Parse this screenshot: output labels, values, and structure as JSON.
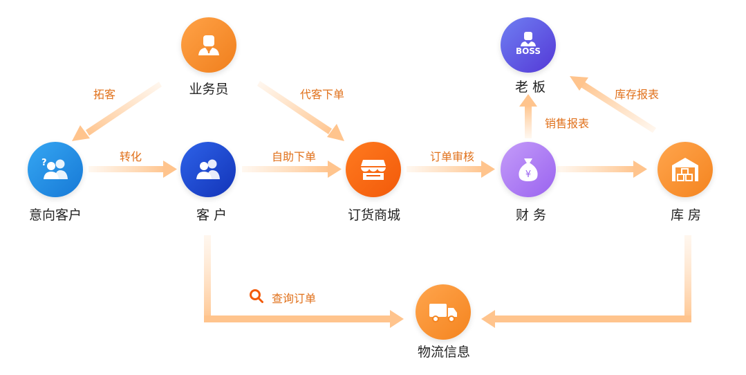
{
  "nodes": {
    "salesperson": "业务员",
    "prospect": "意向客户",
    "customer": "客 户",
    "store": "订货商城",
    "finance": "财 务",
    "boss": "老 板",
    "warehouse": "库 房",
    "logistics": "物流信息"
  },
  "icons": {
    "salesperson": "person-icon",
    "prospect": "users-question-icon",
    "customer": "users-icon",
    "store": "shop-icon",
    "finance": "money-bag-icon",
    "boss": "boss-icon",
    "warehouse": "warehouse-icon",
    "logistics": "truck-icon"
  },
  "boss_badge": "BOSS",
  "finance_symbol": "¥",
  "edges": {
    "expand": "拓客",
    "order_on_behalf": "代客下单",
    "convert": "转化",
    "self_order": "自助下单",
    "order_review": "订单审核",
    "sales_report": "销售报表",
    "inventory_report": "库存报表",
    "query_order": "查询订单"
  },
  "colors": {
    "orange": "#f58a2a",
    "orange_light": "#ffd0a3",
    "blue": "#1e88e5",
    "navy": "#2450d6",
    "purple": "#7c5cf0",
    "lilac": "#b583f5",
    "label_orange": "#e0701a"
  }
}
